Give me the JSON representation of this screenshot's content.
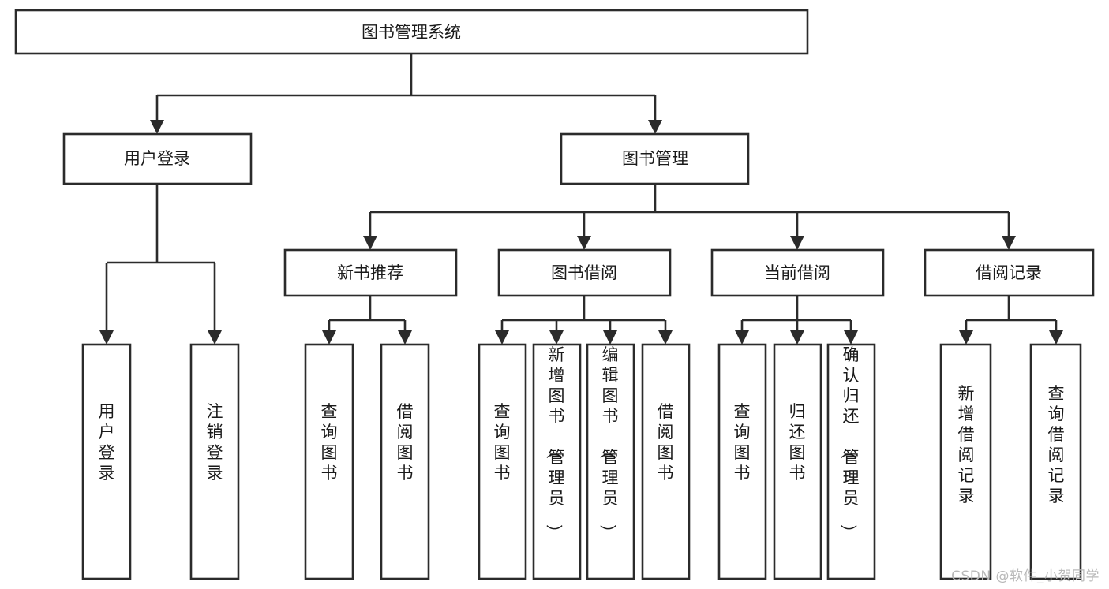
{
  "diagram": {
    "title": "图书管理系统",
    "watermark": "CSDN @软件_小贺同学",
    "stroke_color": "#2b2b2b",
    "fill_color": "#ffffff",
    "text_color": "#1a1a1a",
    "watermark_color": "#b9b9b9",
    "nodes": {
      "root": "图书管理系统",
      "level2": [
        "用户登录",
        "图书管理"
      ],
      "level3": [
        "新书推荐",
        "图书借阅",
        "当前借阅",
        "借阅记录"
      ],
      "leaves": {
        "user_login": [
          "用户登录",
          "注销登录"
        ],
        "new_book": [
          "查询图书",
          "借阅图书"
        ],
        "book_borrow": [
          "查询图书",
          "新增图书（管理员）",
          "编辑图书（管理员）",
          "借阅图书"
        ],
        "current_borrow": [
          "查询图书",
          "归还图书",
          "确认归还（管理员）"
        ],
        "borrow_record": [
          "新增借阅记录",
          "查询借阅记录"
        ]
      }
    }
  }
}
